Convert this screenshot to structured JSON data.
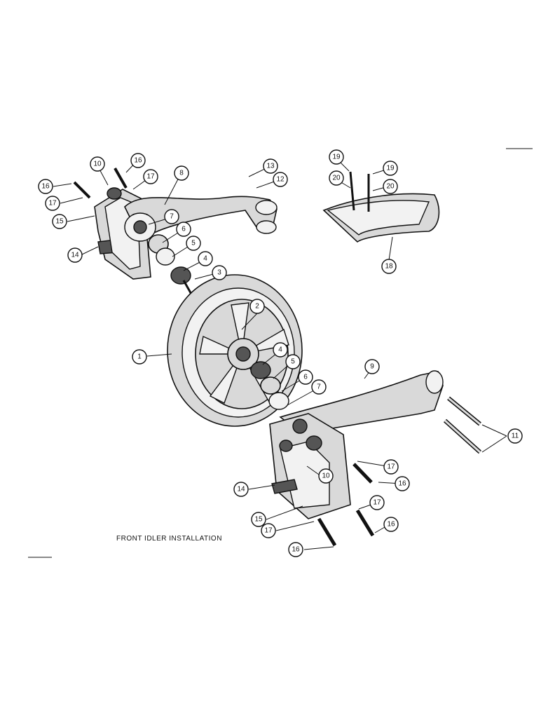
{
  "caption": "FRONT  IDLER  INSTALLATION",
  "callouts": [
    {
      "id": "c1",
      "label": "1"
    },
    {
      "id": "c2",
      "label": "2"
    },
    {
      "id": "c3",
      "label": "3"
    },
    {
      "id": "c4a",
      "label": "4"
    },
    {
      "id": "c4b",
      "label": "4"
    },
    {
      "id": "c5a",
      "label": "5"
    },
    {
      "id": "c5b",
      "label": "5"
    },
    {
      "id": "c6a",
      "label": "6"
    },
    {
      "id": "c6b",
      "label": "6"
    },
    {
      "id": "c7a",
      "label": "7"
    },
    {
      "id": "c7b",
      "label": "7"
    },
    {
      "id": "c8",
      "label": "8"
    },
    {
      "id": "c9",
      "label": "9"
    },
    {
      "id": "c10a",
      "label": "10"
    },
    {
      "id": "c10b",
      "label": "10"
    },
    {
      "id": "c11",
      "label": "11"
    },
    {
      "id": "c12",
      "label": "12"
    },
    {
      "id": "c13",
      "label": "13"
    },
    {
      "id": "c14a",
      "label": "14"
    },
    {
      "id": "c14b",
      "label": "14"
    },
    {
      "id": "c15a",
      "label": "15"
    },
    {
      "id": "c15b",
      "label": "15"
    },
    {
      "id": "c16a",
      "label": "16"
    },
    {
      "id": "c16b",
      "label": "16"
    },
    {
      "id": "c16c",
      "label": "16"
    },
    {
      "id": "c16d",
      "label": "16"
    },
    {
      "id": "c16e",
      "label": "16"
    },
    {
      "id": "c17a",
      "label": "17"
    },
    {
      "id": "c17b",
      "label": "17"
    },
    {
      "id": "c17c",
      "label": "17"
    },
    {
      "id": "c17d",
      "label": "17"
    },
    {
      "id": "c17e",
      "label": "17"
    },
    {
      "id": "c18",
      "label": "18"
    },
    {
      "id": "c19a",
      "label": "19"
    },
    {
      "id": "c19b",
      "label": "19"
    },
    {
      "id": "c20a",
      "label": "20"
    },
    {
      "id": "c20b",
      "label": "20"
    }
  ]
}
